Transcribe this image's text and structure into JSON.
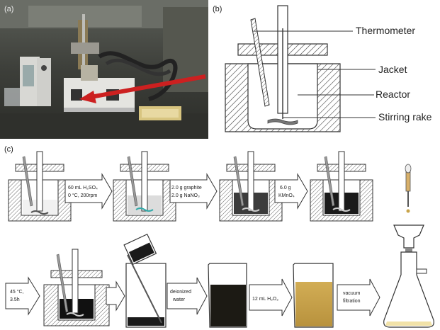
{
  "panels": {
    "a": "(a)",
    "b": "(b)",
    "c": "(c)"
  },
  "labels_b": {
    "thermometer": "Thermometer",
    "jacket": "Jacket",
    "reactor": "Reactor",
    "stirring_rake": "Stirring rake"
  },
  "steps": {
    "s1_line1": "60 mL H₂SO₄",
    "s1_line2": "0 °C, 200rpm",
    "s2_line1": "2.0 g graphite",
    "s2_line2": "2.0 g NaNO₃",
    "s3_line1": "6.0 g",
    "s3_line2": "KMnO₄",
    "s4_line1": "45 °C,",
    "s4_line2": "3.5h",
    "s5_line1": "deionized",
    "s5_line2": "water",
    "s6_line1": "12 mL H₂O₂",
    "s7_line1": "vacuum",
    "s7_line2": "filtration"
  },
  "colors": {
    "arrow_red": "#cc2020",
    "dark_liquid": "#2a2a2a",
    "gray_liquid": "#3c3c3c",
    "yellow_liquid": "#c9a44a",
    "light_liquid": "#eaeaea"
  }
}
